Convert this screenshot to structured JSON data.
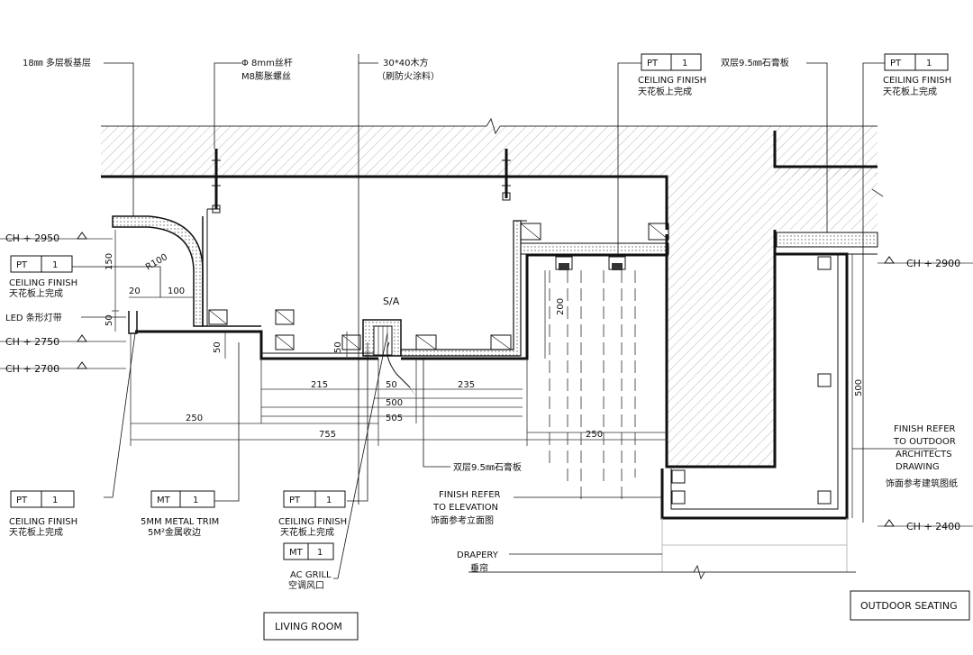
{
  "top_notes": {
    "plywood": "18㎜ 多层板基层",
    "rod_1": "Φ 8mm丝杆",
    "rod_2": "M8膨胀螺丝",
    "timber_1": "30*40木方",
    "timber_2": "（刷防火涂料）",
    "gypsum_top": "双层9.5㎜石膏板",
    "gypsum_mid": "双层9.5㎜石膏板"
  },
  "ceiling_heights": {
    "ch_2950": "CH + 2950",
    "ch_2750": "CH + 2750",
    "ch_2700": "CH + 2700",
    "ch_2900": "CH + 2900",
    "ch_2400": "CH + 2400"
  },
  "tags": {
    "pt_code": "PT",
    "mt_code": "MT",
    "number": "1"
  },
  "labels": {
    "ceiling_finish_en": "CEILING FINISH",
    "ceiling_finish_cn": "天花板上完成",
    "led": "LED 条形灯带",
    "metal_trim_en": "5MM METAL TRIM",
    "metal_trim_cn": "5M²金属收边",
    "ac_grill_en": "AC GRILL",
    "ac_grill_cn": "空调风口",
    "sa": "S/A",
    "finish_elev_1": "FINISH REFER",
    "finish_elev_2": "TO ELEVATION",
    "finish_elev_cn": "饰面参考立面图",
    "drapery_en": "DRAPERY",
    "drapery_cn": "垂帘",
    "finish_out_1": "FINISH REFER",
    "finish_out_2": "TO OUTDOOR",
    "finish_out_3": "ARCHITECTS",
    "finish_out_4": "DRAWING",
    "finish_out_cn": "饰面参考建筑图纸",
    "living_room": "LIVING ROOM",
    "outdoor_seating": "OUTDOOR SEATING"
  },
  "dims": {
    "d150": "150",
    "d20": "20",
    "d100": "100",
    "r100": "R100",
    "d50a": "50",
    "d50b": "50",
    "d50c": "50",
    "d50d": "50",
    "d215": "215",
    "d235": "235",
    "d500": "500",
    "d505": "505",
    "d250a": "250",
    "d755": "755",
    "d250b": "250",
    "d200": "200",
    "d500v": "500"
  }
}
